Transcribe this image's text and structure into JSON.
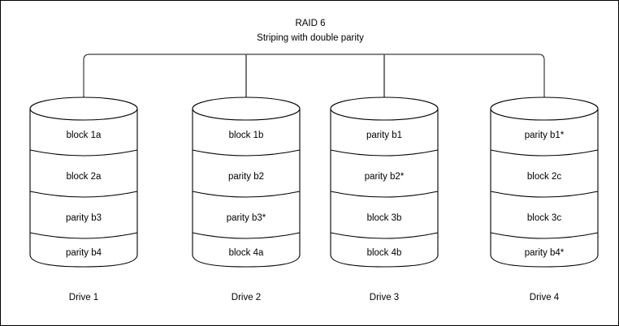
{
  "diagram": {
    "title": "RAID 6",
    "subtitle": "Striping with double parity",
    "colors": {
      "stroke": "#000000",
      "background": "#ffffff",
      "bus": "#3a3a3a",
      "text": "#000000"
    },
    "drives": [
      {
        "label": "Drive 1",
        "blocks": [
          "block 1a",
          "block 2a",
          "parity b3",
          "parity b4"
        ]
      },
      {
        "label": "Drive 2",
        "blocks": [
          "block 1b",
          "parity b2",
          "parity b3*",
          "block 4a"
        ]
      },
      {
        "label": "Drive 3",
        "blocks": [
          "parity b1",
          "parity b2*",
          "block 3b",
          "block 4b"
        ]
      },
      {
        "label": "Drive 4",
        "blocks": [
          "parity b1*",
          "block 2c",
          "block 3c",
          "parity b4*"
        ]
      }
    ]
  }
}
